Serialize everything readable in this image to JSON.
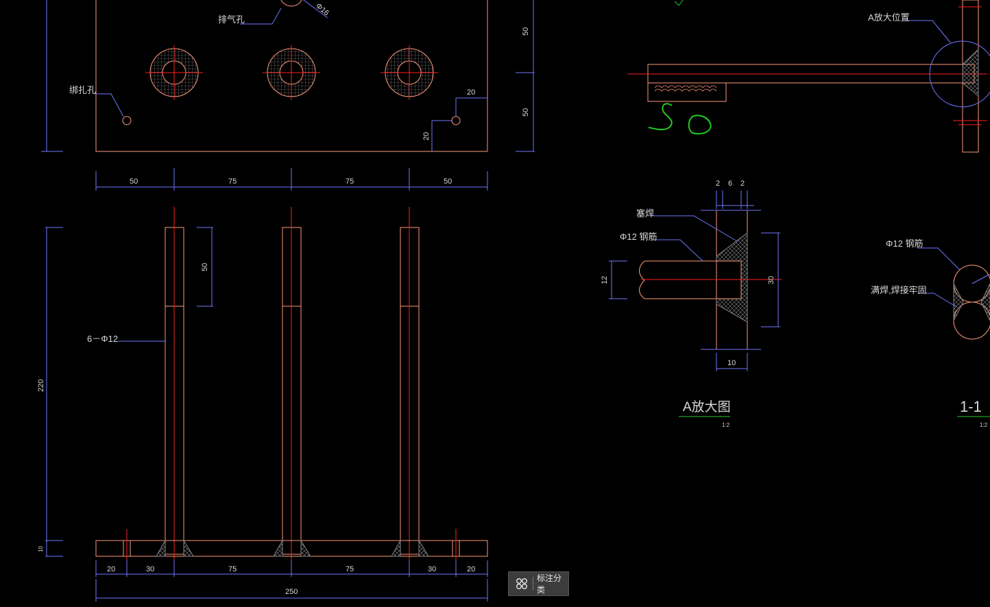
{
  "drawing": {
    "hole_labels": {
      "vent_hole": "排气孔",
      "vent_dia": "Φ16",
      "tie_hole": "绑扎孔"
    },
    "plan_dims": {
      "right_upper": "50",
      "right_lower": "50",
      "hole_offset_x": "20",
      "hole_offset_y": "20",
      "bottom": [
        "50",
        "75",
        "75",
        "50"
      ]
    },
    "elevation": {
      "bar_label": "6－Φ12",
      "bar_top_dim": "50",
      "height_dim": "220",
      "plate_dim": "10",
      "bottom_dims": [
        "20",
        "30",
        "75",
        "75",
        "30",
        "20"
      ],
      "total_dim": "250"
    },
    "side_view": {
      "a_location_label": "A放大位置",
      "handwriting": "50"
    },
    "detail_a": {
      "plug_weld": "塞焊",
      "rebar": "Φ12 钢筋",
      "top_dims": [
        "2",
        "6",
        "2"
      ],
      "left_dim": "12",
      "right_dim": "30",
      "bottom_dim": "10",
      "title": "A放大图",
      "scale": "1:2"
    },
    "section_1_1": {
      "rebar": "Φ12 钢筋",
      "weld_note": "满焊,焊接牢固",
      "title": "1-1",
      "scale": "1:2"
    }
  },
  "toolbar": {
    "annotation_button": "标注分类",
    "annotation_icon": "grid-four-circles-icon"
  },
  "colors": {
    "outline": "#ff9a7a",
    "centerline": "#ff2020",
    "dimension": "#6f78ff",
    "leader": "#6f78ff",
    "text": "#d8d8d8",
    "handwriting": "#22cc22"
  }
}
